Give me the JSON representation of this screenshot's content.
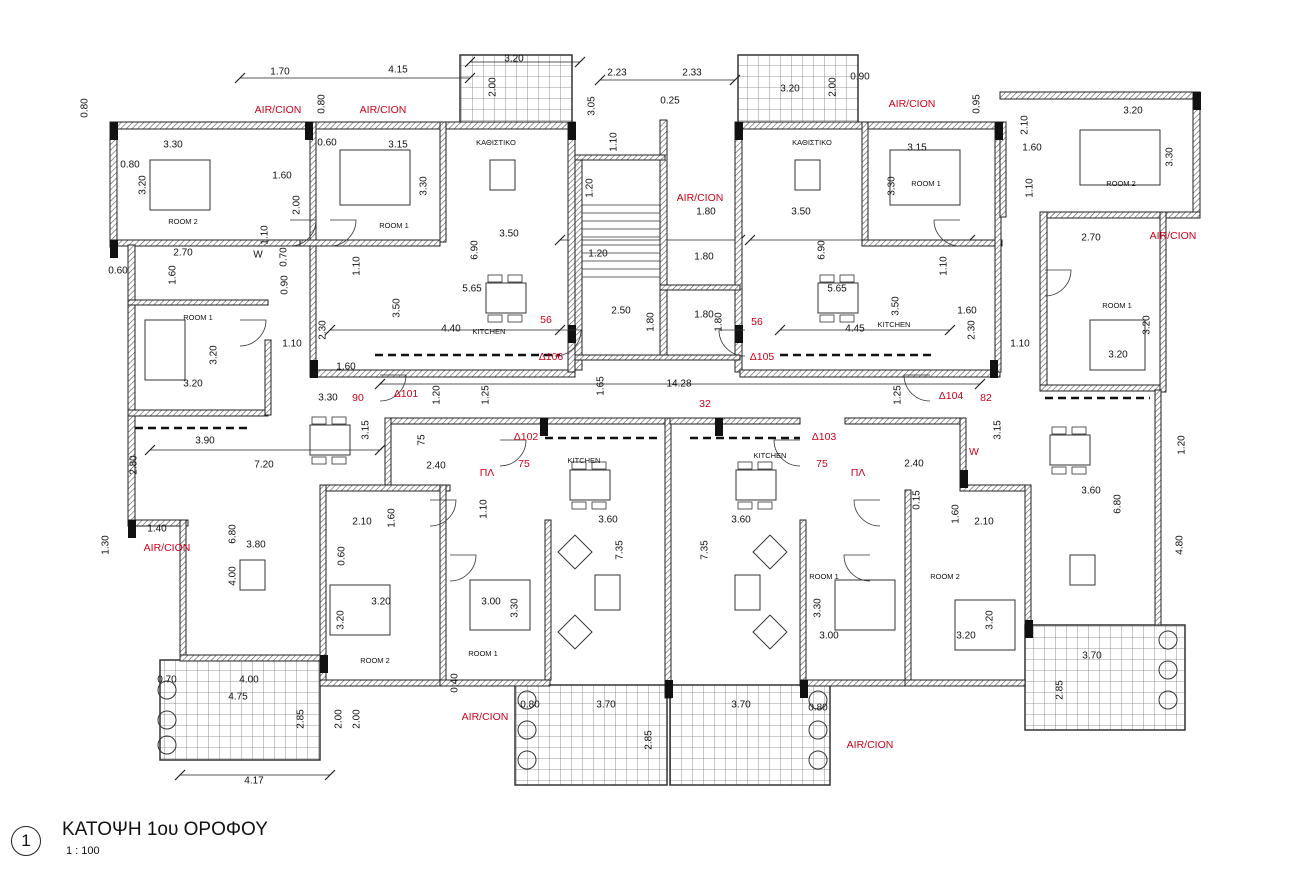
{
  "drawing": {
    "title": "ΚΑΤΟΨΗ 1ου ΟΡΟΦΟΥ",
    "scale": "1 : 100",
    "view_number": "1"
  },
  "colors": {
    "annotation": "#d0021b",
    "wall": "#333333",
    "line": "#222222"
  },
  "labels": [
    {
      "t": "1.70",
      "c": "dim"
    },
    {
      "t": "4.15",
      "c": "dim"
    },
    {
      "t": "3.20",
      "c": "dim"
    },
    {
      "t": "2.23",
      "c": "dim"
    },
    {
      "t": "2.33",
      "c": "dim"
    },
    {
      "t": "3.20",
      "c": "dim"
    },
    {
      "t": "0.90",
      "c": "dim"
    },
    {
      "t": "0.80",
      "c": "dim"
    },
    {
      "t": "0.80",
      "c": "dim"
    },
    {
      "t": "AIR/CION",
      "c": "note"
    },
    {
      "t": "AIR/CION",
      "c": "note"
    },
    {
      "t": "2.00",
      "c": "dim"
    },
    {
      "t": "3.05",
      "c": "dim"
    },
    {
      "t": "0.25",
      "c": "dim"
    },
    {
      "t": "2.00",
      "c": "dim"
    },
    {
      "t": "AIR/CION",
      "c": "note"
    },
    {
      "t": "0.95",
      "c": "dim"
    },
    {
      "t": "3.20",
      "c": "dim"
    },
    {
      "t": "2.10",
      "c": "dim"
    },
    {
      "t": "1.60",
      "c": "dim"
    },
    {
      "t": "3.30",
      "c": "dim"
    },
    {
      "t": "0.60",
      "c": "dim"
    },
    {
      "t": "3.15",
      "c": "dim"
    },
    {
      "t": "ΚΑΘΙΣΤΙΚΟ",
      "c": "room"
    },
    {
      "t": "0.80",
      "c": "dim"
    },
    {
      "t": "3.20",
      "c": "dim"
    },
    {
      "t": "1.60",
      "c": "dim"
    },
    {
      "t": "3.30",
      "c": "dim"
    },
    {
      "t": "ROOM 2",
      "c": "room"
    },
    {
      "t": "ROOM 1",
      "c": "room"
    },
    {
      "t": "2.00",
      "c": "dim"
    },
    {
      "t": "1.10",
      "c": "dim"
    },
    {
      "t": "3.50",
      "c": "dim"
    },
    {
      "t": "6.90",
      "c": "dim"
    },
    {
      "t": "2.70",
      "c": "dim"
    },
    {
      "t": "W",
      "c": "dim"
    },
    {
      "t": "0.70",
      "c": "dim"
    },
    {
      "t": "1.60",
      "c": "dim"
    },
    {
      "t": "0.60",
      "c": "dim"
    },
    {
      "t": "0.90",
      "c": "dim"
    },
    {
      "t": "1.10",
      "c": "dim"
    },
    {
      "t": "5.65",
      "c": "dim"
    },
    {
      "t": "3.50",
      "c": "dim"
    },
    {
      "t": "ROOM 1",
      "c": "room"
    },
    {
      "t": "4.40",
      "c": "dim"
    },
    {
      "t": "KITCHEN",
      "c": "room"
    },
    {
      "t": "2.30",
      "c": "dim"
    },
    {
      "t": "56",
      "c": "note"
    },
    {
      "t": "3.20",
      "c": "dim"
    },
    {
      "t": "1.10",
      "c": "dim"
    },
    {
      "t": "1.60",
      "c": "dim"
    },
    {
      "t": "Δ106",
      "c": "note"
    },
    {
      "t": "3.20",
      "c": "dim"
    },
    {
      "t": "3.30",
      "c": "dim"
    },
    {
      "t": "90",
      "c": "note"
    },
    {
      "t": "Δ101",
      "c": "note"
    },
    {
      "t": "1.20",
      "c": "dim"
    },
    {
      "t": "1.25",
      "c": "dim"
    },
    {
      "t": "3.90",
      "c": "dim"
    },
    {
      "t": "3.15",
      "c": "dim"
    },
    {
      "t": "7.20",
      "c": "dim"
    },
    {
      "t": "2.80",
      "c": "dim"
    },
    {
      "t": "1.20",
      "c": "dim"
    },
    {
      "t": "1.10",
      "c": "dim"
    },
    {
      "t": "AIR/CION",
      "c": "note"
    },
    {
      "t": "1.80",
      "c": "dim"
    },
    {
      "t": "1.20",
      "c": "dim"
    },
    {
      "t": "1.80",
      "c": "dim"
    },
    {
      "t": "2.50",
      "c": "dim"
    },
    {
      "t": "1.80",
      "c": "dim"
    },
    {
      "t": "1.80",
      "c": "dim"
    },
    {
      "t": "1.80",
      "c": "dim"
    },
    {
      "t": "1.65",
      "c": "dim"
    },
    {
      "t": "14.28",
      "c": "dim"
    },
    {
      "t": "32",
      "c": "note"
    },
    {
      "t": "ΚΑΘΙΣΤΙΚΟ",
      "c": "room"
    },
    {
      "t": "3.15",
      "c": "dim"
    },
    {
      "t": "3.30",
      "c": "dim"
    },
    {
      "t": "ROOM 1",
      "c": "room"
    },
    {
      "t": "3.50",
      "c": "dim"
    },
    {
      "t": "6.90",
      "c": "dim"
    },
    {
      "t": "5.65",
      "c": "dim"
    },
    {
      "t": "1.10",
      "c": "dim"
    },
    {
      "t": "1.60",
      "c": "dim"
    },
    {
      "t": "56",
      "c": "note"
    },
    {
      "t": "4.45",
      "c": "dim"
    },
    {
      "t": "KITCHEN",
      "c": "room"
    },
    {
      "t": "3.50",
      "c": "dim"
    },
    {
      "t": "2.30",
      "c": "dim"
    },
    {
      "t": "Δ105",
      "c": "note"
    },
    {
      "t": "1.10",
      "c": "dim"
    },
    {
      "t": "1.25",
      "c": "dim"
    },
    {
      "t": "Δ104",
      "c": "note"
    },
    {
      "t": "82",
      "c": "note"
    },
    {
      "t": "3.15",
      "c": "dim"
    },
    {
      "t": "3.30",
      "c": "dim"
    },
    {
      "t": "ROOM 2",
      "c": "room"
    },
    {
      "t": "1.10",
      "c": "dim"
    },
    {
      "t": "2.70",
      "c": "dim"
    },
    {
      "t": "AIR/CION",
      "c": "note"
    },
    {
      "t": "ROOM 1",
      "c": "room"
    },
    {
      "t": "3.20",
      "c": "dim"
    },
    {
      "t": "3.20",
      "c": "dim"
    },
    {
      "t": "1.20",
      "c": "dim"
    },
    {
      "t": "3.60",
      "c": "dim"
    },
    {
      "t": "6.80",
      "c": "dim"
    },
    {
      "t": "4.80",
      "c": "dim"
    },
    {
      "t": "3.70",
      "c": "dim"
    },
    {
      "t": "2.85",
      "c": "dim"
    },
    {
      "t": "Δ102",
      "c": "note"
    },
    {
      "t": "75",
      "c": "note"
    },
    {
      "t": "KITCHEN",
      "c": "room"
    },
    {
      "t": "Δ103",
      "c": "note"
    },
    {
      "t": "75",
      "c": "note"
    },
    {
      "t": "KITCHEN",
      "c": "room"
    },
    {
      "t": "75",
      "c": "dim"
    },
    {
      "t": "2.40",
      "c": "dim"
    },
    {
      "t": "ΠΛ",
      "c": "note"
    },
    {
      "t": "ΠΛ",
      "c": "note"
    },
    {
      "t": "2.40",
      "c": "dim"
    },
    {
      "t": "W",
      "c": "note"
    },
    {
      "t": "0.15",
      "c": "dim"
    },
    {
      "t": "1.10",
      "c": "dim"
    },
    {
      "t": "3.60",
      "c": "dim"
    },
    {
      "t": "3.60",
      "c": "dim"
    },
    {
      "t": "7.35",
      "c": "dim"
    },
    {
      "t": "7.35",
      "c": "dim"
    },
    {
      "t": "3.00",
      "c": "dim"
    },
    {
      "t": "3.30",
      "c": "dim"
    },
    {
      "t": "ROOM 1",
      "c": "room"
    },
    {
      "t": "0.40",
      "c": "dim"
    },
    {
      "t": "ROOM 1",
      "c": "room"
    },
    {
      "t": "3.30",
      "c": "dim"
    },
    {
      "t": "3.00",
      "c": "dim"
    },
    {
      "t": "ROOM 2",
      "c": "room"
    },
    {
      "t": "3.20",
      "c": "dim"
    },
    {
      "t": "3.20",
      "c": "dim"
    },
    {
      "t": "2.10",
      "c": "dim"
    },
    {
      "t": "1.60",
      "c": "dim"
    },
    {
      "t": "1.60",
      "c": "dim"
    },
    {
      "t": "2.10",
      "c": "dim"
    },
    {
      "t": "0.60",
      "c": "dim"
    },
    {
      "t": "3.20",
      "c": "dim"
    },
    {
      "t": "3.20",
      "c": "dim"
    },
    {
      "t": "ROOM 2",
      "c": "room"
    },
    {
      "t": "1.40",
      "c": "dim"
    },
    {
      "t": "AIR/CION",
      "c": "note"
    },
    {
      "t": "1.30",
      "c": "dim"
    },
    {
      "t": "6.80",
      "c": "dim"
    },
    {
      "t": "3.80",
      "c": "dim"
    },
    {
      "t": "4.00",
      "c": "dim"
    },
    {
      "t": "4.00",
      "c": "dim"
    },
    {
      "t": "0.70",
      "c": "dim"
    },
    {
      "t": "4.75",
      "c": "dim"
    },
    {
      "t": "2.85",
      "c": "dim"
    },
    {
      "t": "2.00",
      "c": "dim"
    },
    {
      "t": "2.00",
      "c": "dim"
    },
    {
      "t": "4.17",
      "c": "dim"
    },
    {
      "t": "AIR/CION",
      "c": "note"
    },
    {
      "t": "0.80",
      "c": "dim"
    },
    {
      "t": "3.70",
      "c": "dim"
    },
    {
      "t": "3.70",
      "c": "dim"
    },
    {
      "t": "0.80",
      "c": "dim"
    },
    {
      "t": "2.85",
      "c": "dim"
    },
    {
      "t": "AIR/CION",
      "c": "note"
    }
  ]
}
